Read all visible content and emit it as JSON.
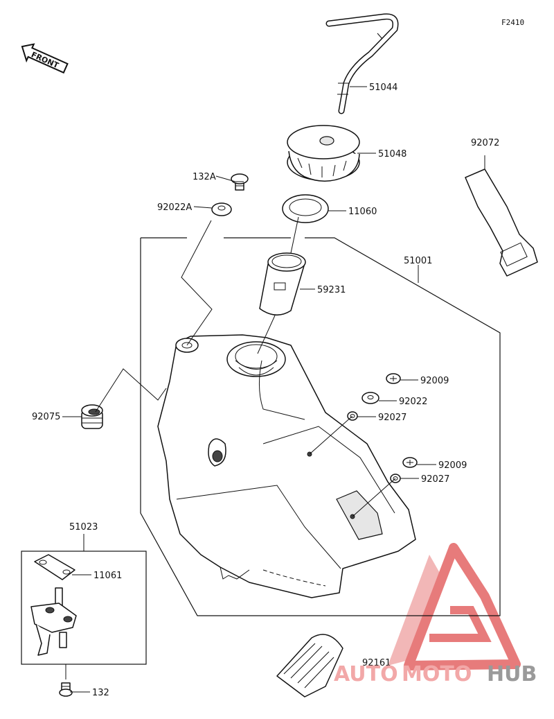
{
  "figure_code": "F2410",
  "front_indicator": "FRONT",
  "callouts": [
    {
      "id": "51044",
      "label": "51044"
    },
    {
      "id": "51048",
      "label": "51048"
    },
    {
      "id": "92072",
      "label": "92072"
    },
    {
      "id": "132A",
      "label": "132A"
    },
    {
      "id": "92022A",
      "label": "92022A"
    },
    {
      "id": "11060",
      "label": "11060"
    },
    {
      "id": "51001",
      "label": "51001"
    },
    {
      "id": "59231",
      "label": "59231"
    },
    {
      "id": "92009a",
      "label": "92009"
    },
    {
      "id": "92022",
      "label": "92022"
    },
    {
      "id": "92027a",
      "label": "92027"
    },
    {
      "id": "92075",
      "label": "92075"
    },
    {
      "id": "92009b",
      "label": "92009"
    },
    {
      "id": "92027b",
      "label": "92027"
    },
    {
      "id": "51023",
      "label": "51023"
    },
    {
      "id": "11061",
      "label": "11061"
    },
    {
      "id": "132",
      "label": "132"
    },
    {
      "id": "92161",
      "label": "92161"
    }
  ],
  "watermark": {
    "parts": [
      "AUTO",
      "MOTO",
      "HUB"
    ],
    "colors": [
      "#f2a8a8",
      "#f2a8a8",
      "#9a9a9a"
    ],
    "accent": "#e05050"
  }
}
